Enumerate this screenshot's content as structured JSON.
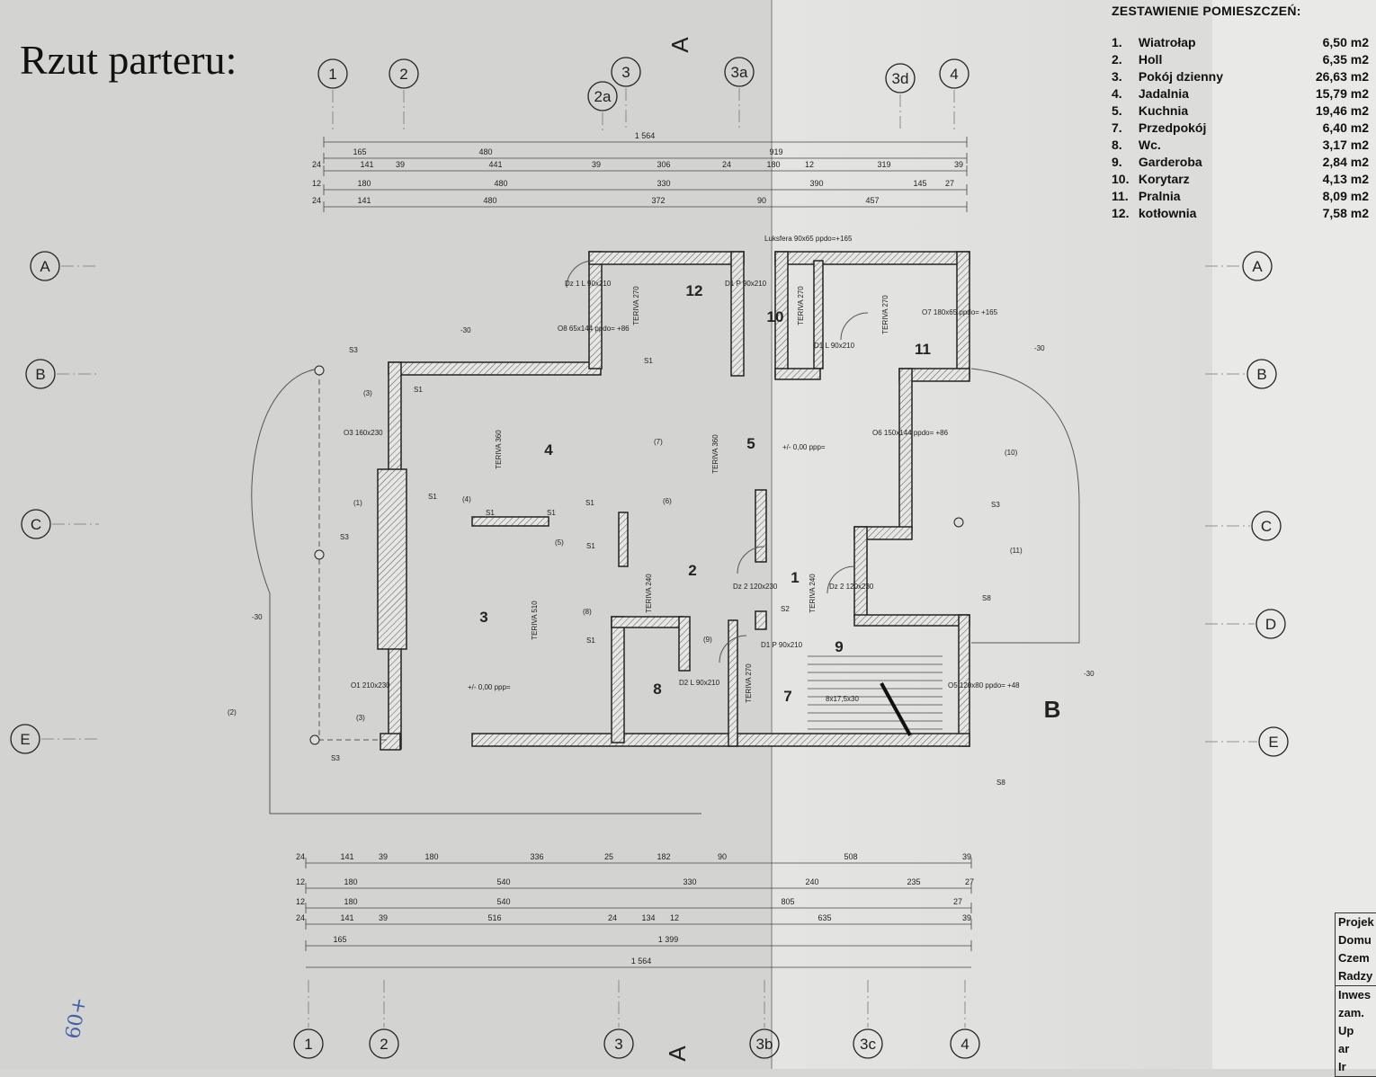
{
  "title": "Rzut parteru:",
  "room_schedule": {
    "heading": "ZESTAWIENIE POMIESZCZEŃ:",
    "rooms": [
      {
        "no": "1.",
        "name": "Wiatrołap",
        "area": "6,50 m2"
      },
      {
        "no": "2.",
        "name": "Holl",
        "area": "6,35 m2"
      },
      {
        "no": "3.",
        "name": "Pokój dzienny",
        "area": "26,63 m2"
      },
      {
        "no": "4.",
        "name": "Jadalnia",
        "area": "15,79 m2"
      },
      {
        "no": "5.",
        "name": "Kuchnia",
        "area": "19,46 m2"
      },
      {
        "no": "7.",
        "name": "Przedpokój",
        "area": "6,40 m2"
      },
      {
        "no": "8.",
        "name": "Wc.",
        "area": "3,17 m2"
      },
      {
        "no": "9.",
        "name": "Garderoba",
        "area": "2,84 m2"
      },
      {
        "no": "10.",
        "name": "Korytarz",
        "area": "4,13 m2"
      },
      {
        "no": "11.",
        "name": "Pralnia",
        "area": "8,09 m2"
      },
      {
        "no": "12.",
        "name": "kotłownia",
        "area": "7,58 m2"
      }
    ]
  },
  "axes": {
    "top": [
      "1",
      "2",
      "3",
      "2a",
      "3a",
      "3d",
      "4"
    ],
    "bottom": [
      "1",
      "2",
      "3",
      "3b",
      "3c",
      "4"
    ],
    "left": [
      "A",
      "B",
      "C",
      "E"
    ],
    "right": [
      "A",
      "B",
      "C",
      "D",
      "E"
    ]
  },
  "sections": {
    "a_top": "A",
    "a_bottom": "A",
    "b": "B"
  },
  "room_numbers": [
    "1",
    "2",
    "3",
    "4",
    "5",
    "7",
    "8",
    "9",
    "10",
    "11",
    "12"
  ],
  "dimensions_top": {
    "total": "1 564",
    "row1": [
      "165",
      "480",
      "919"
    ],
    "row2": [
      "24",
      "141",
      "39",
      "441",
      "39",
      "306",
      "24",
      "180",
      "12",
      "319",
      "39"
    ],
    "row3": [
      "12",
      "180",
      "480",
      "330",
      "390",
      "145",
      "27"
    ],
    "row4": [
      "24",
      "141",
      "480",
      "372",
      "90",
      "457"
    ]
  },
  "dimensions_bottom": {
    "row1": [
      "24",
      "141",
      "39",
      "180",
      "336",
      "25",
      "182",
      "90",
      "508",
      "39"
    ],
    "row2": [
      "12",
      "180",
      "540",
      "330",
      "240",
      "235",
      "27"
    ],
    "row3": [
      "12",
      "180",
      "540",
      "805",
      "27"
    ],
    "row4": [
      "24",
      "141",
      "39",
      "516",
      "24",
      "134",
      "12",
      "635",
      "39"
    ],
    "row5": [
      "165",
      "1 399"
    ],
    "total": "1 564"
  },
  "annotations": {
    "luksfera": "Luksfera 90x65 ppdo=+165",
    "teriva": [
      "TERIVA 270",
      "TERIVA 270",
      "TERIVA 270",
      "TERIVA 360",
      "TERIVA 360",
      "TERIVA 240",
      "TERIVA 240",
      "TERIVA 510",
      "TERIVA 270"
    ],
    "openings": [
      "Dz 1 L 90x210",
      "D1 P 90x210",
      "O8 65x144 ppdo= +86",
      "D1 L 90x210",
      "O7 180x65 ppdo= +165",
      "O3 160x230",
      "O6 150x144 ppdo= +86",
      "Dz 2 120x230",
      "Dz 2 120x230",
      "D1 P 90x210",
      "D2 L 90x210",
      "O1 210x230",
      "O5 120x80 ppdo= +48",
      "8x17,5x30"
    ],
    "levels": [
      "+/- 0,00 ppp=",
      "+/- 0,00 ppp="
    ],
    "labels": [
      "S1",
      "S1",
      "S1",
      "S1",
      "S1",
      "S1",
      "S1",
      "S1",
      "S2",
      "S3",
      "S3",
      "S3",
      "S3",
      "S8",
      "S8",
      "-30",
      "-30",
      "-30",
      "-30"
    ],
    "refs": [
      "(1)",
      "(2)",
      "(3)",
      "(3)",
      "(4)",
      "(5)",
      "(6)",
      "(7)",
      "(8)",
      "(9)",
      "(10)",
      "(11)"
    ]
  },
  "title_block": [
    "Projek",
    "Domu",
    "Czem",
    "Radzy",
    "Inwes",
    "zam.",
    "Up",
    "ar",
    "Ir"
  ],
  "handwritten": "60+"
}
